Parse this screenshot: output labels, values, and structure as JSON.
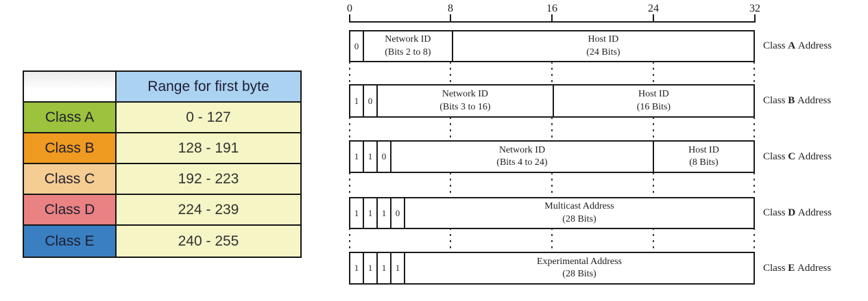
{
  "table": {
    "header": {
      "corner": "",
      "range_label": "Range for first byte"
    },
    "colors": {
      "header_bg": "#abd2f1",
      "value_bg": "#f5f5c6",
      "border": "#151515"
    },
    "rows": [
      {
        "label": "Class A",
        "range": "0 - 127",
        "color": "#9cc23e"
      },
      {
        "label": "Class B",
        "range": "128 - 191",
        "color": "#ef9a20"
      },
      {
        "label": "Class C",
        "range": "192 - 223",
        "color": "#f5cc92"
      },
      {
        "label": "Class D",
        "range": "224 - 239",
        "color": "#ea8283"
      },
      {
        "label": "Class E",
        "range": "240 - 255",
        "color": "#3a7fc2"
      }
    ]
  },
  "diagram": {
    "ruler_labels": [
      "0",
      "8",
      "16",
      "24",
      "32"
    ],
    "rows": [
      {
        "bits": [
          "0"
        ],
        "fields": [
          {
            "name": "Network ID",
            "note": "(Bits 2 to 8)"
          },
          {
            "name": "Host ID",
            "note": "(24 Bits)"
          }
        ],
        "label_pre": "Class",
        "letter": "A",
        "label_post": "Address"
      },
      {
        "bits": [
          "1",
          "0"
        ],
        "fields": [
          {
            "name": "Network ID",
            "note": "(Bits 3 to 16)"
          },
          {
            "name": "Host ID",
            "note": "(16 Bits)"
          }
        ],
        "label_pre": "Class",
        "letter": "B",
        "label_post": "Address"
      },
      {
        "bits": [
          "1",
          "1",
          "0"
        ],
        "fields": [
          {
            "name": "Network ID",
            "note": "(Bits 4 to 24)"
          },
          {
            "name": "Host ID",
            "note": "(8 Bits)"
          }
        ],
        "label_pre": "Class",
        "letter": "C",
        "label_post": "Address"
      },
      {
        "bits": [
          "1",
          "1",
          "1",
          "0"
        ],
        "fields": [
          {
            "name": "Multicast Address",
            "note": "(28 Bits)"
          }
        ],
        "label_pre": "Class",
        "letter": "D",
        "label_post": "Address"
      },
      {
        "bits": [
          "1",
          "1",
          "1",
          "1"
        ],
        "fields": [
          {
            "name": "Experimental Address",
            "note": "(28 Bits)"
          }
        ],
        "label_pre": "Class",
        "letter": "E",
        "label_post": "Address"
      }
    ]
  }
}
